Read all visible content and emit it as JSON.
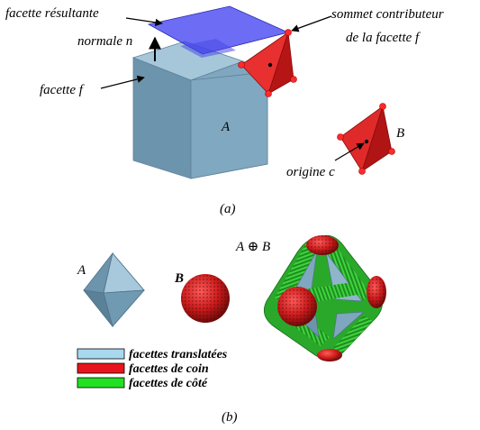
{
  "panel_a": {
    "label_resulting_facet": "facette résultante",
    "label_normal": "normale n",
    "label_facet": "facette f",
    "label_solid_a": "A",
    "label_contrib_line1": "sommet contributeur",
    "label_contrib_line2": "de la facette f",
    "label_solid_b": "B",
    "label_origin": "origine c",
    "caption": "(a)"
  },
  "panel_b": {
    "label_a": "A",
    "label_b": "B",
    "label_sum": "A ⊕ B",
    "legend": [
      {
        "label": "facettes translatées",
        "color": "#a8d8f0"
      },
      {
        "label": "facettes de coin",
        "color": "#e8141c"
      },
      {
        "label": "facettes de côté",
        "color": "#22e022"
      }
    ],
    "caption": "(b)"
  },
  "colors": {
    "cube_front": "#7fa7bf",
    "cube_top": "#9cc0d6",
    "cube_side": "#6890aa",
    "plane_blue": "#3b3bf0",
    "tetra_red": "#e02020",
    "sphere_red": "#c81a1a",
    "edge_green": "#2bb52b"
  }
}
